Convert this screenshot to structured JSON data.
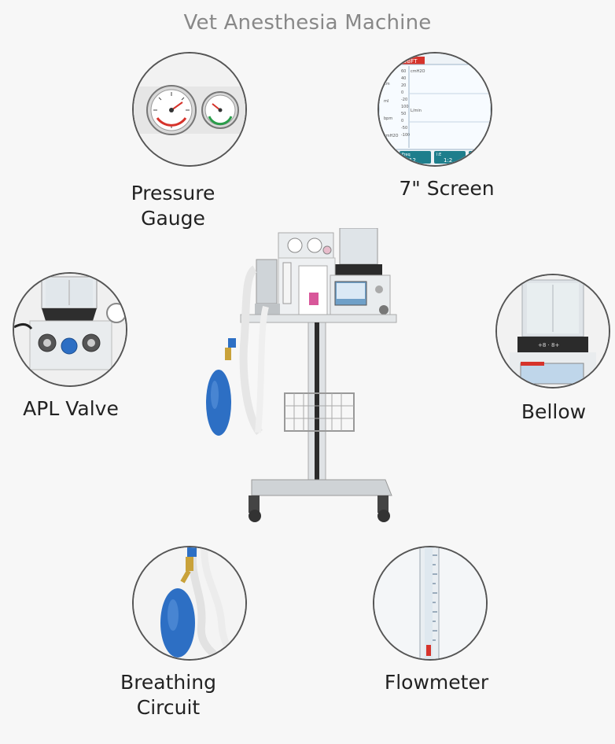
{
  "page": {
    "title": "Vet Anesthesia Machine"
  },
  "features": [
    {
      "id": "pressure-gauge",
      "label_lines": [
        "Pressure",
        "Gauge"
      ]
    },
    {
      "id": "screen",
      "label_lines": [
        "7\" Screen"
      ]
    },
    {
      "id": "apl-valve",
      "label_lines": [
        "APL Valve"
      ]
    },
    {
      "id": "bellow",
      "label_lines": [
        "Bellow"
      ]
    },
    {
      "id": "breathing-circuit",
      "label_lines": [
        "Breathing",
        "Circuit"
      ]
    },
    {
      "id": "flowmeter",
      "label_lines": [
        "Flowmeter"
      ]
    }
  ],
  "screen_readout": {
    "header_tag": "OBFT",
    "wave_label_1": "cmH2O",
    "wave_label_2": "L/min",
    "axis_ticks": [
      "60",
      "40",
      "20",
      "0",
      "-20",
      "100",
      "50",
      "0",
      "-50",
      "-100"
    ],
    "side_labels": [
      "cm",
      "ml",
      "bpm",
      "cmH2O"
    ],
    "param_boxes": [
      {
        "name": "Freq",
        "value": "12"
      },
      {
        "name": "I:E",
        "value": "1:2"
      }
    ]
  },
  "colors": {
    "page_bg": "#f7f7f7",
    "title_gray": "#888888",
    "circle_border": "#555555",
    "bag_blue": "#2d6fc4",
    "screen_teal": "#1e7e8c",
    "accent_red": "#d6332b"
  }
}
